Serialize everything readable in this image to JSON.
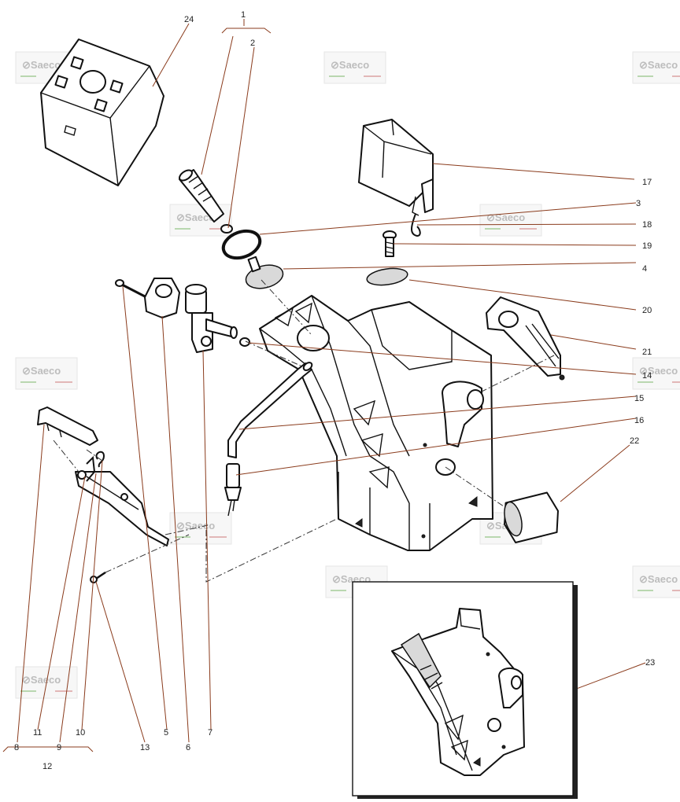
{
  "watermark": {
    "brand": "⊘Saeco"
  },
  "callouts": [
    "1",
    "2",
    "3",
    "4",
    "5",
    "6",
    "7",
    "8",
    "9",
    "10",
    "11",
    "12",
    "13",
    "14",
    "15",
    "16",
    "17",
    "18",
    "19",
    "20",
    "21",
    "22",
    "23",
    "24"
  ],
  "colors": {
    "leader": "#8a3b1c",
    "line": "#111111",
    "text": "#222222"
  }
}
